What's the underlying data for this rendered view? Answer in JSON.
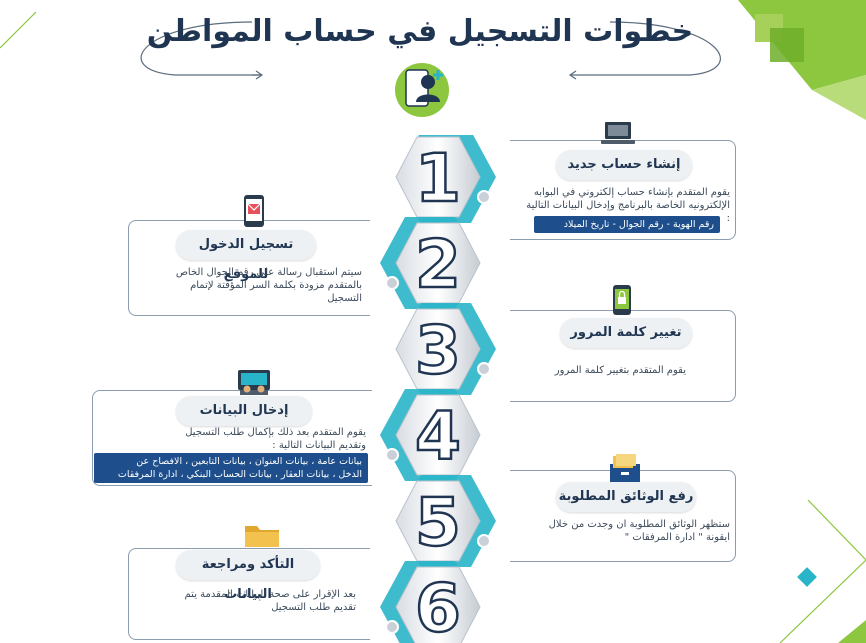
{
  "title": "خطوات التسجيل في حساب المواطن",
  "colors": {
    "green": "#8dc63f",
    "teal": "#29b5c9",
    "navy": "#1f3552",
    "tag_blue": "#1e4f8c"
  },
  "steps": [
    {
      "number": "1",
      "title": "إنشاء حساب جديد",
      "desc_lines": [
        "يقوم المتقدم بإنشاء حساب إلكتروني في البوابه",
        "الإلكترونيه الخاصة بالبرنامج وإدخال البيانات التالية :"
      ],
      "tag_lines": [
        "رقم الهوية - رقم الجوال - تاريخ الميلاد"
      ],
      "icon": "laptop-icon"
    },
    {
      "number": "2",
      "title": "تسجيل الدخول للموقع",
      "desc_lines": [
        "سيتم استقبال رسالة على رقم الجوال الخاص",
        "بالمتقدم مزودة بكلمة السر المؤقتة لإتمام",
        "التسجيل"
      ],
      "icon": "phone-envelope-icon"
    },
    {
      "number": "3",
      "title": "تغيير كلمة المرور",
      "desc_lines": [
        "يقوم المتقدم بتغيير كلمة المرور"
      ],
      "icon": "phone-lock-icon"
    },
    {
      "number": "4",
      "title": "إدخال البيانات",
      "desc_lines": [
        "يقوم المتقدم  بعد ذلك بإكمال طلب التسجيل",
        "وتقديم البيانات التالية :"
      ],
      "tag_lines": [
        "بيانات عامة ، بيانات العنوان ، بيانات التابعين ، الافصاح عن",
        "الدخل ، بيانات العقار ، بيانات الحساب البنكي ، ادارة المرفقات"
      ],
      "icon": "keyboard-hands-icon"
    },
    {
      "number": "5",
      "title": "رفع الوثائق المطلوبة",
      "desc_lines": [
        "ستظهر الوثائق المطلوبة ان وجدت من خلال",
        "ايقونة \" ادارة المرفقات \""
      ],
      "icon": "file-drawer-icon"
    },
    {
      "number": "6",
      "title": "التأكد ومراجعة البيانات",
      "desc_lines": [
        "بعد الإقرار على صحة البيانات المقدمة يتم",
        "تقديم طلب التسجيل"
      ],
      "icon": "folder-icon"
    }
  ]
}
